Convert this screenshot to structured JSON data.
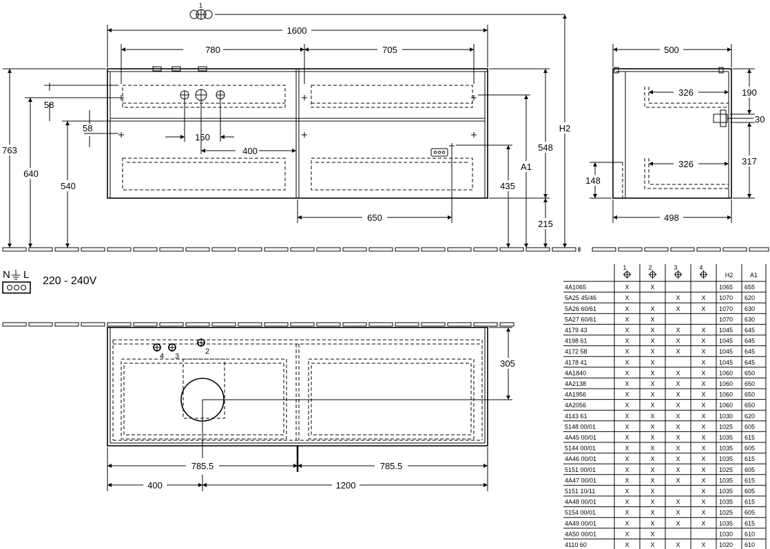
{
  "front_view": {
    "width_total": "1600",
    "width_left": "780",
    "width_right": "705",
    "height_total": "763",
    "height_640": "640",
    "height_540": "540",
    "dim_58_top": "58",
    "dim_58_mid": "58",
    "dim_150": "150",
    "dim_400": "400",
    "dim_650": "650",
    "dim_435": "435",
    "dim_a1": "A1",
    "dim_548": "548",
    "dim_h2": "H2",
    "dim_215": "215",
    "marker_1": "1"
  },
  "side_view": {
    "width_top": "500",
    "width_bottom": "498",
    "inner_top": "326",
    "inner_bottom": "326",
    "dim_190": "190",
    "dim_30": "30",
    "dim_317": "317",
    "dim_148": "148"
  },
  "top_view": {
    "depth": "305",
    "half_left": "785.5",
    "half_right": "785.5",
    "offset_left": "400",
    "offset_right": "1200",
    "marker_2": "2",
    "marker_3": "3",
    "marker_4": "4"
  },
  "electrical": {
    "symbol_n": "N",
    "symbol_l": "L",
    "voltage": "220 - 240V"
  },
  "table": {
    "headers": [
      "1",
      "2",
      "3",
      "4",
      "H2",
      "A1"
    ],
    "rows": [
      {
        "code": "4A1065",
        "c1": "X",
        "c2": "X",
        "c3": "",
        "c4": "",
        "h2": "1065",
        "a1": "655"
      },
      {
        "code": "5A25 45/46",
        "c1": "X",
        "c2": "",
        "c3": "X",
        "c4": "X",
        "h2": "1070",
        "a1": "620"
      },
      {
        "code": "5A26 60/61",
        "c1": "X",
        "c2": "X",
        "c3": "X",
        "c4": "X",
        "h2": "1070",
        "a1": "630"
      },
      {
        "code": "5A27 60/61",
        "c1": "X",
        "c2": "X",
        "c3": "",
        "c4": "",
        "h2": "1070",
        "a1": "630"
      },
      {
        "code": "4179 43",
        "c1": "X",
        "c2": "X",
        "c3": "X",
        "c4": "X",
        "h2": "1045",
        "a1": "645"
      },
      {
        "code": "4198 61",
        "c1": "X",
        "c2": "X",
        "c3": "X",
        "c4": "X",
        "h2": "1045",
        "a1": "645"
      },
      {
        "code": "4172 58",
        "c1": "X",
        "c2": "X",
        "c3": "X",
        "c4": "X",
        "h2": "1045",
        "a1": "645"
      },
      {
        "code": "4178 41",
        "c1": "X",
        "c2": "X",
        "c3": "",
        "c4": "X",
        "h2": "1045",
        "a1": "645"
      },
      {
        "code": "4A1840",
        "c1": "X",
        "c2": "X",
        "c3": "X",
        "c4": "X",
        "h2": "1060",
        "a1": "650"
      },
      {
        "code": "4A2138",
        "c1": "X",
        "c2": "X",
        "c3": "X",
        "c4": "X",
        "h2": "1060",
        "a1": "650"
      },
      {
        "code": "4A1956",
        "c1": "X",
        "c2": "X",
        "c3": "X",
        "c4": "X",
        "h2": "1060",
        "a1": "650"
      },
      {
        "code": "4A2056",
        "c1": "X",
        "c2": "X",
        "c3": "X",
        "c4": "X",
        "h2": "1060",
        "a1": "650"
      },
      {
        "code": "4143 61",
        "c1": "X",
        "c2": "X",
        "c3": "X",
        "c4": "X",
        "h2": "1030",
        "a1": "620"
      },
      {
        "code": "5148 00/01",
        "c1": "X",
        "c2": "X",
        "c3": "X",
        "c4": "X",
        "h2": "1025",
        "a1": "605"
      },
      {
        "code": "4A45 00/01",
        "c1": "X",
        "c2": "X",
        "c3": "X",
        "c4": "X",
        "h2": "1035",
        "a1": "615"
      },
      {
        "code": "5144 00/01",
        "c1": "X",
        "c2": "X",
        "c3": "X",
        "c4": "X",
        "h2": "1035",
        "a1": "605"
      },
      {
        "code": "4A46 00/01",
        "c1": "X",
        "c2": "X",
        "c3": "X",
        "c4": "X",
        "h2": "1035",
        "a1": "615"
      },
      {
        "code": "5151 00/01",
        "c1": "X",
        "c2": "X",
        "c3": "X",
        "c4": "X",
        "h2": "1025",
        "a1": "605"
      },
      {
        "code": "4A47 00/01",
        "c1": "X",
        "c2": "X",
        "c3": "X",
        "c4": "X",
        "h2": "1035",
        "a1": "615"
      },
      {
        "code": "5151 10/11",
        "c1": "X",
        "c2": "X",
        "c3": "",
        "c4": "X",
        "h2": "1035",
        "a1": "605"
      },
      {
        "code": "4A48 00/01",
        "c1": "X",
        "c2": "X",
        "c3": "X",
        "c4": "X",
        "h2": "1035",
        "a1": "615"
      },
      {
        "code": "5154 00/01",
        "c1": "X",
        "c2": "X",
        "c3": "X",
        "c4": "X",
        "h2": "1025",
        "a1": "605"
      },
      {
        "code": "4A49 00/01",
        "c1": "X",
        "c2": "X",
        "c3": "X",
        "c4": "X",
        "h2": "1035",
        "a1": "615"
      },
      {
        "code": "4A50 00/01",
        "c1": "X",
        "c2": "X",
        "c3": "",
        "c4": "",
        "h2": "1030",
        "a1": "610"
      },
      {
        "code": "4110 60",
        "c1": "X",
        "c2": "X",
        "c3": "X",
        "c4": "X",
        "h2": "1020",
        "a1": "610"
      }
    ]
  }
}
